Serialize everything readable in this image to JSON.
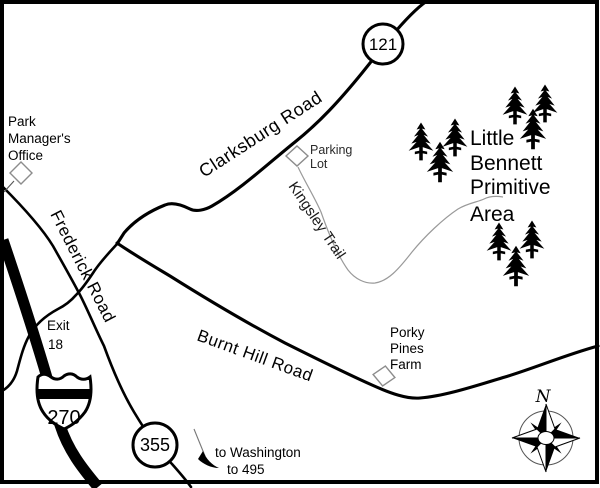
{
  "map": {
    "shields": {
      "route_121": "121",
      "route_355": "355",
      "interstate_270": "270"
    },
    "labels": {
      "clarksburg_road": "Clarksburg Road",
      "frederick_road": "Frederick Road",
      "burnt_hill_road": "Burnt Hill Road",
      "kingsley_trail": "Kingsley Trail",
      "park_managers_office": {
        "lines": [
          "Park",
          "Manager's",
          "Office"
        ]
      },
      "parking_lot": {
        "lines": [
          "Parking",
          "Lot"
        ]
      },
      "little_bennett_primitive_area": {
        "lines": [
          "Little",
          "Bennett",
          "Primitive",
          "Area"
        ]
      },
      "porky_pines_farm": {
        "lines": [
          "Porky",
          "Pines",
          "Farm"
        ]
      },
      "exit_18": {
        "lines": [
          "Exit",
          "18"
        ]
      },
      "directions": {
        "to_washington": "to Washington",
        "to_495": "to 495"
      },
      "compass": {
        "north": "N"
      }
    },
    "colors": {
      "road": "#000000",
      "trail": "#9a9a9a",
      "marker_outline": "#8c8c8c",
      "background": "#ffffff",
      "text": "#000000"
    }
  }
}
